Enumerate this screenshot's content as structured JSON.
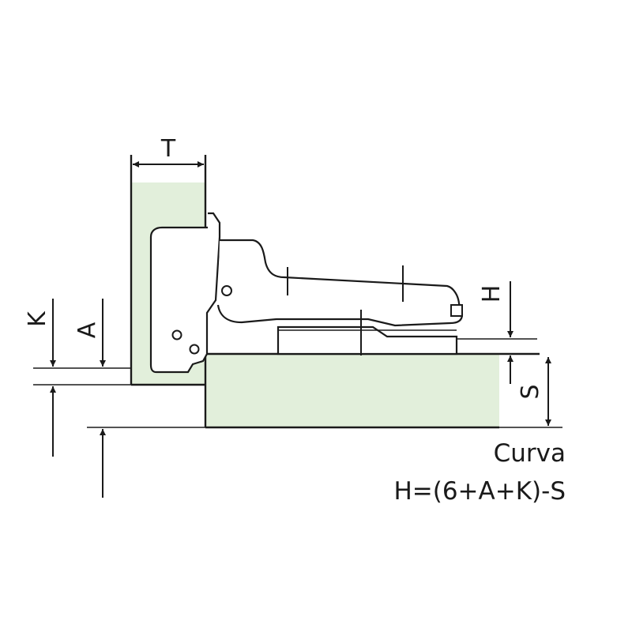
{
  "labels": {
    "T": "T",
    "K": "K",
    "A": "A",
    "H": "H",
    "S": "S"
  },
  "caption": {
    "type": "Curva",
    "formula": "H=(6+A+K)-S"
  },
  "colors": {
    "panel_fill": "#e2efdb",
    "line": "#1a1a1a"
  }
}
